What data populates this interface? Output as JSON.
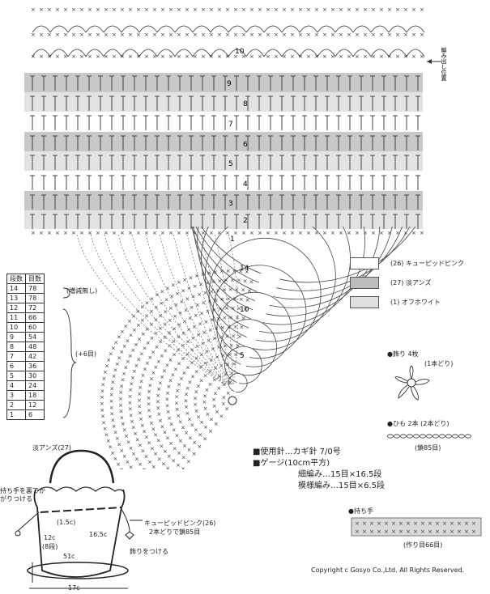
{
  "side_note": "編み出し位置",
  "row_markers": [
    "1",
    "2",
    "3",
    "4",
    "5",
    "6",
    "7",
    "8",
    "9",
    "10"
  ],
  "round_markers": [
    "14",
    "10",
    "5"
  ],
  "table": {
    "headers": [
      "段数",
      "目数"
    ],
    "rows": [
      [
        "14",
        "78"
      ],
      [
        "13",
        "78"
      ],
      [
        "12",
        "72"
      ],
      [
        "11",
        "66"
      ],
      [
        "10",
        "60"
      ],
      [
        "9",
        "54"
      ],
      [
        "8",
        "48"
      ],
      [
        "7",
        "42"
      ],
      [
        "6",
        "36"
      ],
      [
        "5",
        "30"
      ],
      [
        "4",
        "24"
      ],
      [
        "3",
        "18"
      ],
      [
        "2",
        "12"
      ],
      [
        "1",
        "6"
      ]
    ],
    "note_no_change": "(増減無し)",
    "note_increase": "(+6目)"
  },
  "legend": [
    {
      "label": "(26) キューピッドピンク",
      "color": "#ffffff"
    },
    {
      "label": "(27) 淡アンズ",
      "color": "#bdbdbd"
    },
    {
      "label": "(1) オフホワイト",
      "color": "#e0e0e0"
    }
  ],
  "decoration": {
    "title": "●飾り 4枚",
    "note": "(1本どり)"
  },
  "cord": {
    "title": "●ひも 2本 (2本どり)",
    "note": "(鎖85目)"
  },
  "handle": {
    "title": "●持ち手",
    "note": "(作り目66目)"
  },
  "specs": {
    "tool": "■使用針…カギ針 7/0号",
    "gauge": "■ゲージ(10cm平方)",
    "single": "細編み…15目×16.5段",
    "pattern": "模様編み…15目×6.5段"
  },
  "bag": {
    "color_label": "淡アンズ(27)",
    "handle_note": "持ち手を裏でかがりつける",
    "dim_1_5": "(1.5c)",
    "dim_12": "12c",
    "dim_8rows": "(8段)",
    "dim_16_5": "16.5c",
    "dim_51": "51c",
    "dim_17": "17c",
    "cord_note_1": "キューピッドピンク(26)",
    "cord_note_2": "2本どりで鎖85目",
    "attach_note": "飾りをつける"
  },
  "copyright": "Copyright c Gosyo Co.,Ltd. All Rights Reserved."
}
